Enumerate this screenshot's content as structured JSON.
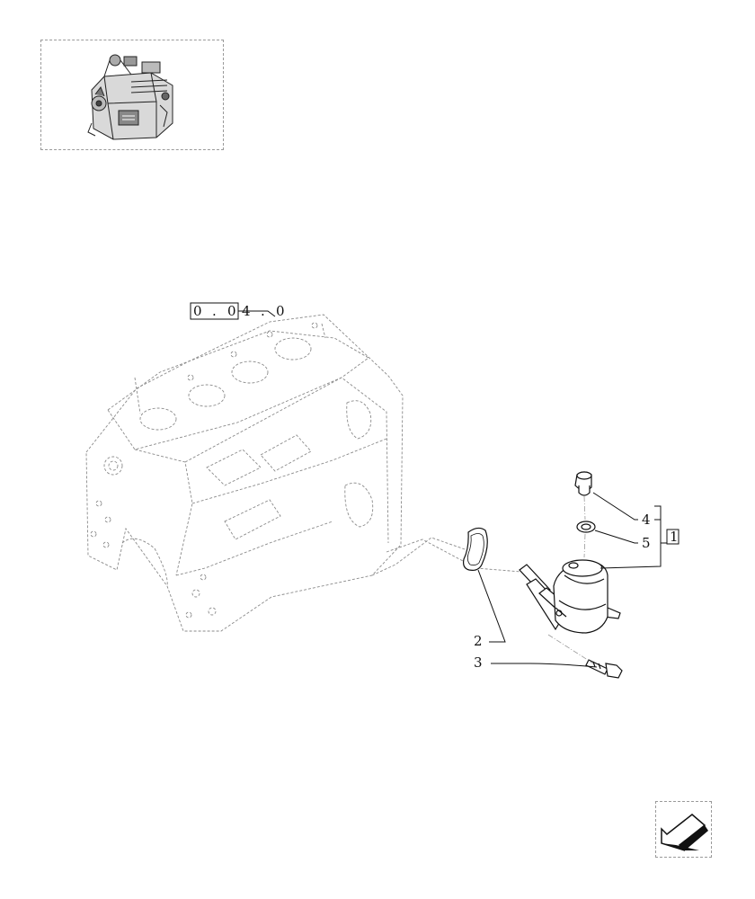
{
  "thumbnail": {
    "icon": "engine-assembly-icon"
  },
  "reference": {
    "chars": [
      "0",
      ".",
      "0",
      "4",
      ".",
      "0"
    ]
  },
  "callouts": {
    "item_1": "1",
    "item_2": "2",
    "item_3": "3",
    "item_4": "4",
    "item_5": "5"
  },
  "navigation": {
    "icon": "previous-page-arrow-icon"
  },
  "colors": {
    "line": "#111111",
    "ghost": "#9a9a9a",
    "background": "#ffffff"
  }
}
